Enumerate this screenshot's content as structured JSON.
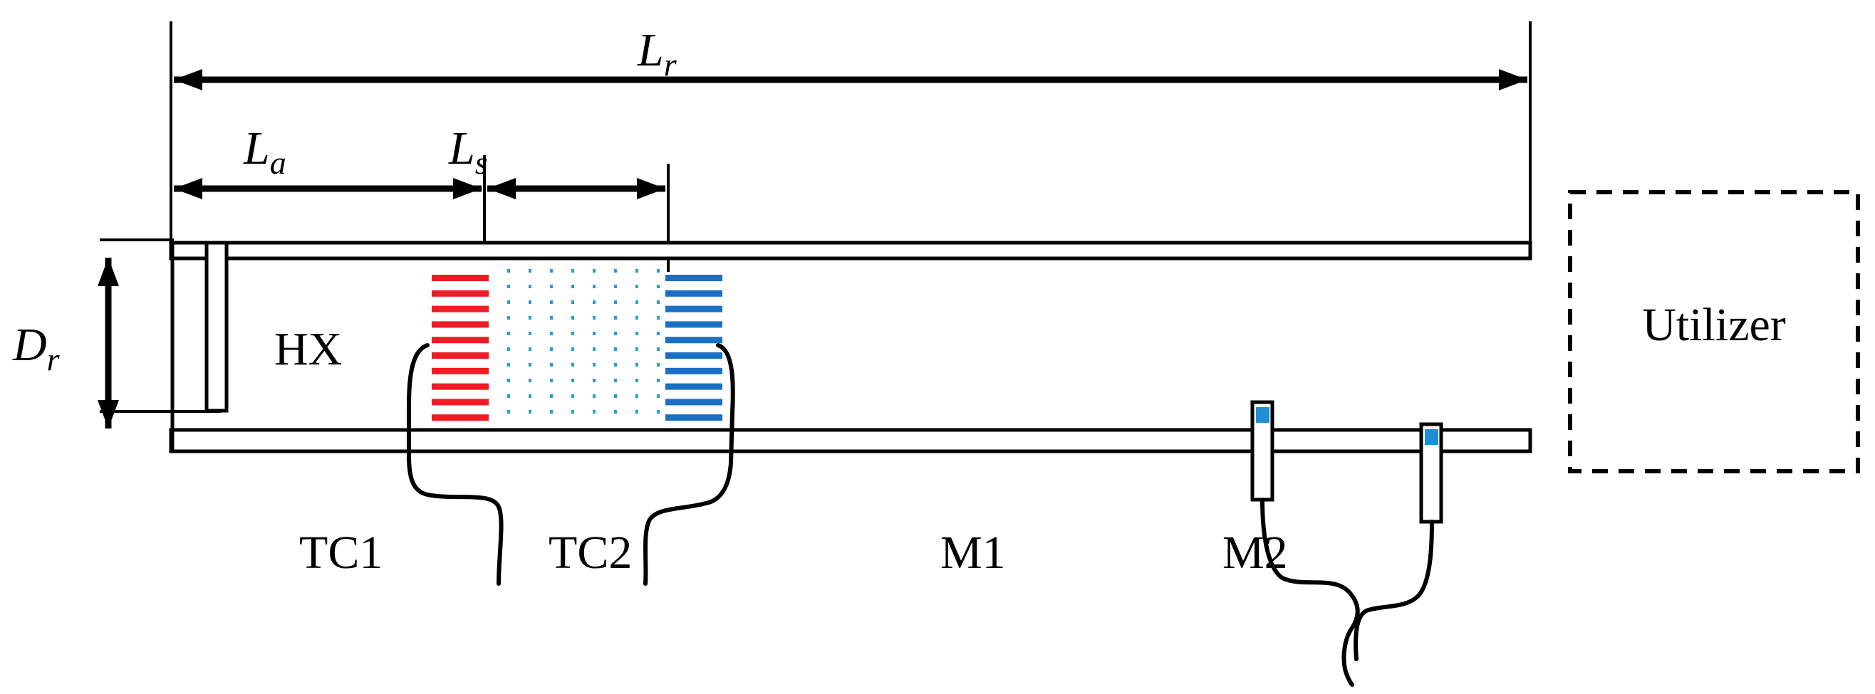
{
  "labels": {
    "Lr_main": "L",
    "Lr_sub": "r",
    "La_main": "L",
    "La_sub": "a",
    "Ls_main": "L",
    "Ls_sub": "s",
    "Dr_main": "D",
    "Dr_sub": "r",
    "hx": "HX",
    "tc1": "TC1",
    "tc2": "TC2",
    "m1": "M1",
    "m2": "M2",
    "utilizer": "Utilizer"
  },
  "colors": {
    "line": "#000000",
    "hot_stack": "#ee1c24",
    "cold_stack": "#1a6fc4",
    "stack_dots": "#2b9ad6",
    "mic_tip": "#1e8fd5",
    "background": "#ffffff"
  }
}
